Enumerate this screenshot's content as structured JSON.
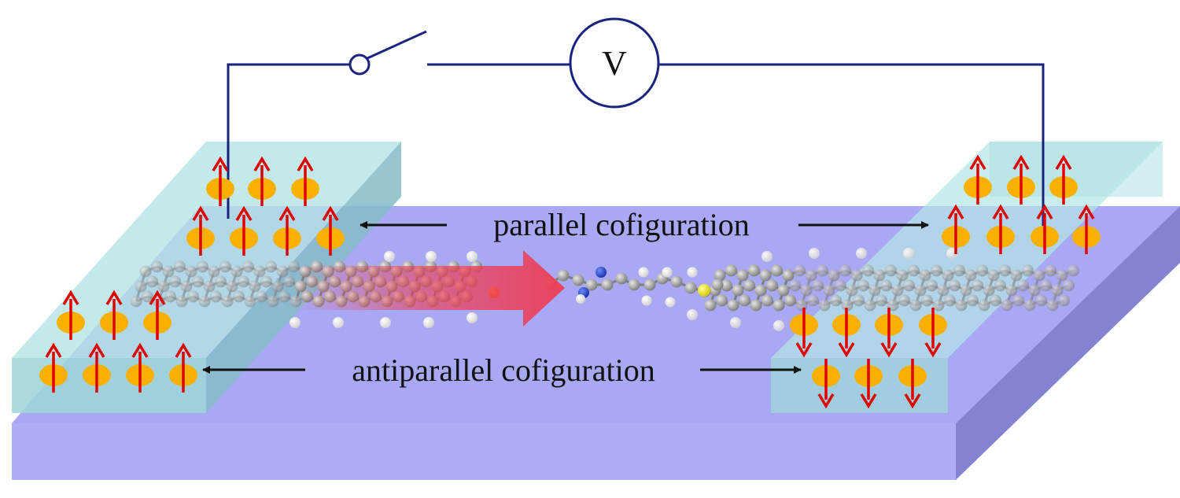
{
  "labels": {
    "voltmeter": "V",
    "parallel": "parallel cofiguration",
    "antiparallel": "antiparallel cofiguration"
  },
  "colors": {
    "wire": "#1a237e",
    "substrate_top": "#a9a8f4",
    "substrate_front": "#aeaef8",
    "substrate_side": "#8080cc",
    "electrode": "#a8dfe0",
    "spin_body": "#f9b000",
    "spin_arrow": "#e00000",
    "current_arrow": "#ee3d55",
    "carbon": "#9a9a9a",
    "hydrogen": "#ffffff",
    "nitrogen": "#1f3fcc",
    "sulfur": "#e8e020"
  },
  "spins": {
    "left_electrode": "up",
    "right_electrode_top": "up",
    "right_electrode_bottom": "down"
  }
}
